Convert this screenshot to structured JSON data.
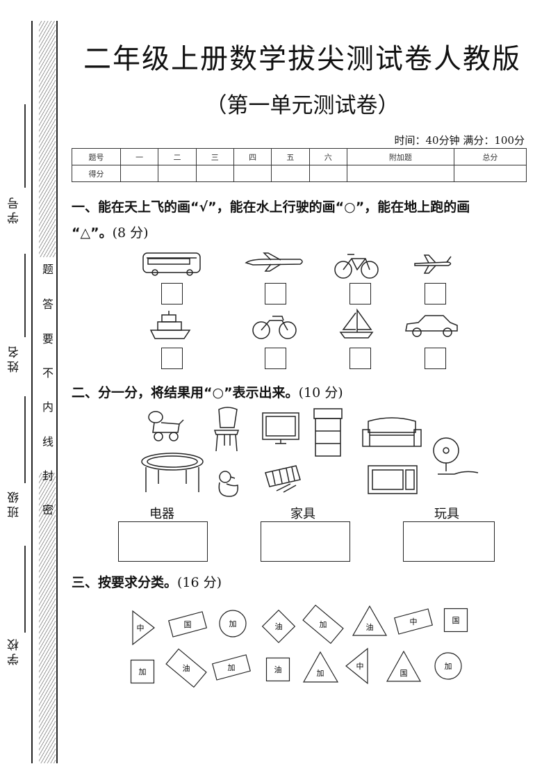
{
  "margin": {
    "labels": [
      "学号",
      "姓名",
      "班级",
      "学校"
    ],
    "strip_chars": [
      "题",
      "答",
      "要",
      "不",
      "内",
      "线",
      "封",
      "密"
    ]
  },
  "header": {
    "title": "二年级上册数学拔尖测试卷人教版",
    "subtitle": "（第一单元测试卷）",
    "time_info": "时间：40分钟  满分：100分"
  },
  "score_table": {
    "row1": [
      "题号",
      "一",
      "二",
      "三",
      "四",
      "五",
      "六",
      "附加题",
      "总分"
    ],
    "row2_label": "得分"
  },
  "q1": {
    "text_line1": "一、能在天上飞的画“√”，能在水上行驶的画“○”，能在地上跑的画",
    "text_line2": "“△”。",
    "points": "(8 分)",
    "row1_items": [
      "bus",
      "airplane",
      "bicycle",
      "airplane"
    ],
    "row2_items": [
      "ship",
      "motorcycle",
      "sailboat",
      "car"
    ]
  },
  "q2": {
    "text": "二、分一分，将结果用“○”表示出来。",
    "points": "(10 分)",
    "categories": [
      "电器",
      "家具",
      "玩具"
    ]
  },
  "q3": {
    "text": "三、按要求分类。",
    "points": "(16 分)",
    "shapes_row1": [
      "中",
      "国",
      "加",
      "油",
      "加",
      "油",
      "中",
      "国"
    ],
    "shapes_row2": [
      "加",
      "油",
      "加",
      "油",
      "加",
      "中",
      "国",
      "加"
    ]
  }
}
